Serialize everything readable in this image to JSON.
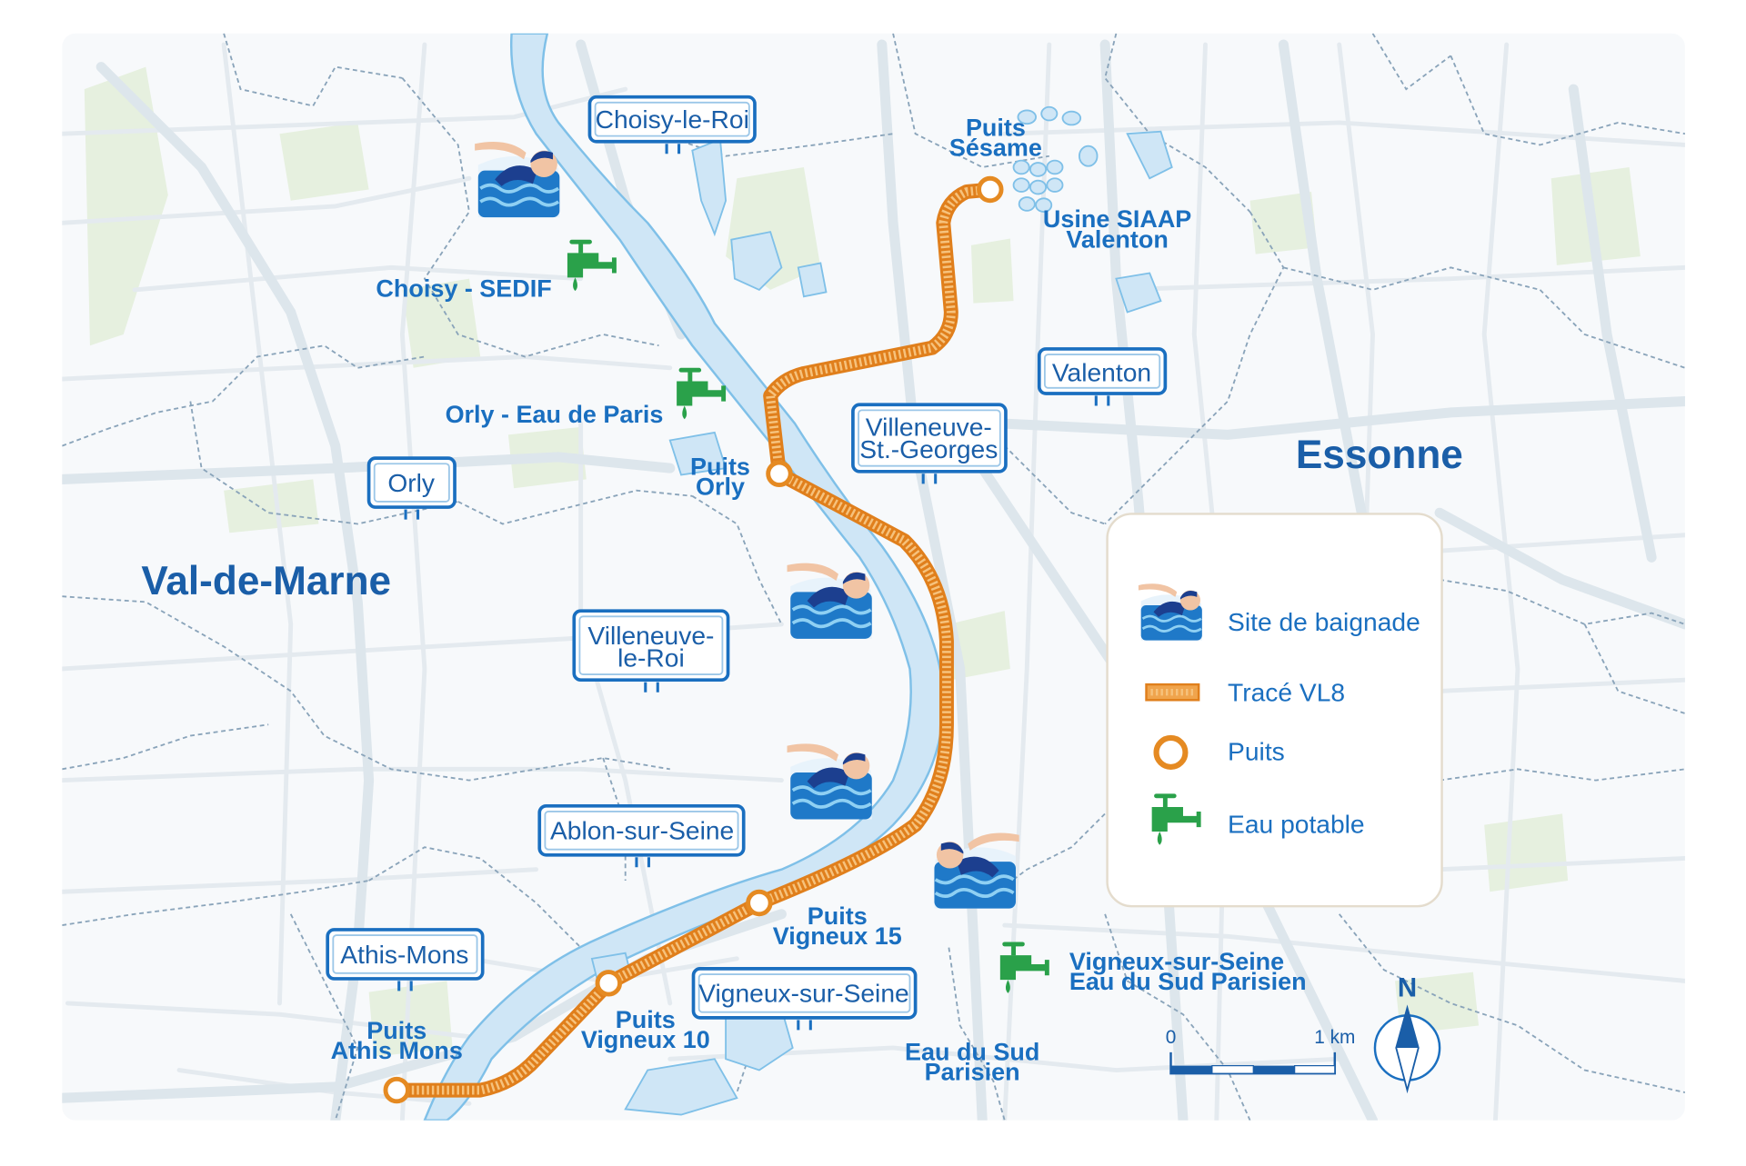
{
  "regions": {
    "west": "Val-de-Marne",
    "east": "Essonne"
  },
  "towns": [
    {
      "id": "choisy",
      "label": "Choisy-le-Roi"
    },
    {
      "id": "valenton",
      "label": "Valenton"
    },
    {
      "id": "villeneuve_st_georges",
      "label": [
        "Villeneuve-",
        "St.-Georges"
      ]
    },
    {
      "id": "orly",
      "label": "Orly"
    },
    {
      "id": "villeneuve_le_roi",
      "label": [
        "Villeneuve-",
        "le-Roi"
      ]
    },
    {
      "id": "ablon",
      "label": "Ablon-sur-Seine"
    },
    {
      "id": "athis",
      "label": "Athis-Mons"
    },
    {
      "id": "vigneux",
      "label": "Vigneux-sur-Seine"
    }
  ],
  "wells": [
    {
      "id": "sesame",
      "label": [
        "Puits",
        "Sésame"
      ]
    },
    {
      "id": "orly",
      "label": [
        "Puits",
        "Orly"
      ]
    },
    {
      "id": "vigneux15",
      "label": [
        "Puits",
        "Vigneux 15"
      ]
    },
    {
      "id": "vigneux10",
      "label": [
        "Puits",
        "Vigneux 10"
      ]
    },
    {
      "id": "athis",
      "label": [
        "Puits",
        "Athis Mons"
      ]
    }
  ],
  "water_sites": [
    {
      "id": "choisy_sedif",
      "label": [
        "Choisy - SEDIF"
      ]
    },
    {
      "id": "orly_eau_de_paris",
      "label": [
        "Orly - Eau de Paris"
      ]
    },
    {
      "id": "vigneux_esp",
      "label": [
        "Vigneux-sur-Seine",
        "Eau du Sud Parisien"
      ]
    }
  ],
  "other_labels": {
    "siaap": [
      "Usine SIAAP",
      "Valenton"
    ],
    "eau_sud_parisien": [
      "Eau du Sud",
      "Parisien"
    ]
  },
  "legend": {
    "bathing": "Site de baignade",
    "route": "Tracé VL8",
    "well": "Puits",
    "drinking_water": "Eau potable"
  },
  "scale": {
    "start": "0",
    "end": "1 km"
  },
  "compass": "N",
  "colors": {
    "route": "#f0a44c",
    "route_edge": "#e07f1c",
    "river": "#cfe6f6",
    "river_edge": "#7fc0e8",
    "label_blue": "#1a6fc0",
    "tap_green": "#27a24a",
    "park": "#e6f0df"
  }
}
